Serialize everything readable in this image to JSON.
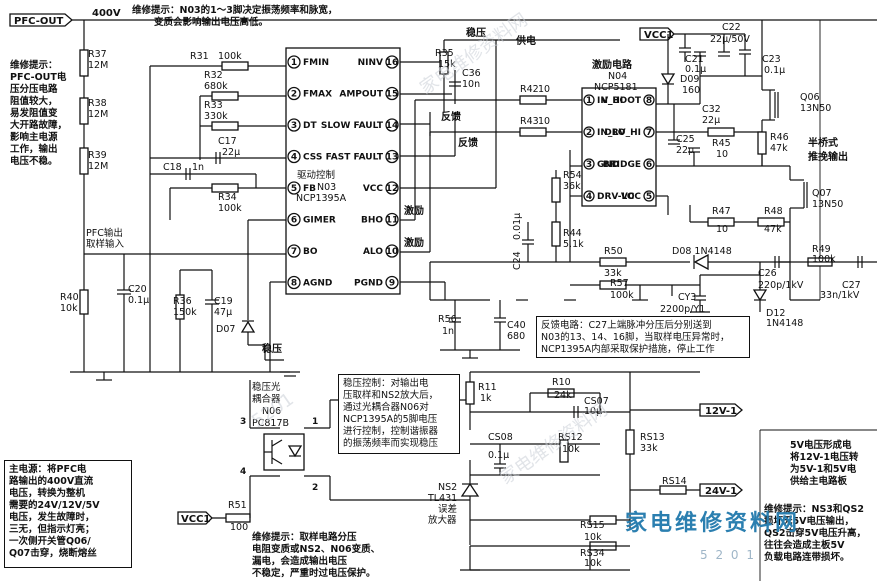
{
  "labels": {
    "pfc_out": "PFC-OUT",
    "v400": "400V",
    "pfc_in": "PFC输出",
    "pfc_in2": "取样输入",
    "stab": "稳压",
    "stab2": "稳压",
    "feedback": "反馈",
    "feedback2": "反馈",
    "supply": "供电",
    "excite1": "激励",
    "excite2": "激励",
    "vcc1_top": "VCC1",
    "vcc1_bot": "VCC1",
    "v12": "12V-1",
    "v24": "24V-1",
    "half_bridge1": "半桥式",
    "half_bridge2": "推挽输出"
  },
  "ic_n03": {
    "line1": "驱动控制",
    "line2": "N03",
    "line3": "NCP1395A",
    "pins_left": [
      {
        "num": "1",
        "name": "FMIN"
      },
      {
        "num": "2",
        "name": "FMAX"
      },
      {
        "num": "3",
        "name": "DT"
      },
      {
        "num": "4",
        "name": "CSS"
      },
      {
        "num": "5",
        "name": "FB"
      },
      {
        "num": "6",
        "name": "GIMER"
      },
      {
        "num": "7",
        "name": "BO"
      },
      {
        "num": "8",
        "name": "AGND"
      }
    ],
    "pins_right": [
      {
        "num": "16",
        "name": "NINV"
      },
      {
        "num": "15",
        "name": "AMPOUT"
      },
      {
        "num": "14",
        "name": "SLOW FAULT"
      },
      {
        "num": "13",
        "name": "FAST FAULT"
      },
      {
        "num": "12",
        "name": "VCC"
      },
      {
        "num": "11",
        "name": "BHO"
      },
      {
        "num": "10",
        "name": "ALO"
      },
      {
        "num": "9",
        "name": "PGND"
      }
    ]
  },
  "ic_n04": {
    "line1": "激励电路",
    "line2": "N04",
    "line3": "NCP5181",
    "pins_left": [
      {
        "num": "1",
        "name": "IN_HI"
      },
      {
        "num": "2",
        "name": "IN_LO"
      },
      {
        "num": "3",
        "name": "GND"
      },
      {
        "num": "4",
        "name": "DRV-LO"
      }
    ],
    "pins_right": [
      {
        "num": "8",
        "name": "V_BOOT"
      },
      {
        "num": "7",
        "name": "DRV_HI"
      },
      {
        "num": "6",
        "name": "BRIDGE"
      },
      {
        "num": "5",
        "name": "VCC"
      }
    ]
  },
  "optocoupler": {
    "line1": "稳压光",
    "line2": "耦合器",
    "line3": "N06",
    "line4": "PC817B",
    "p1": "1",
    "p2": "2",
    "p3": "3",
    "p4": "4"
  },
  "tl431": {
    "line1": "NS2",
    "line2": "TL431",
    "line3": "误差",
    "line4": "放大器"
  },
  "components": {
    "r37": "R37",
    "r37v": "12M",
    "r38": "R38",
    "r38v": "12M",
    "r39": "R39",
    "r39v": "12M",
    "r40": "R40",
    "r40v": "10k",
    "c20": "C20",
    "c20v": "0.1μ",
    "r31": "R31",
    "r31v": "100k",
    "r32": "R32",
    "r32v": "680k",
    "r33": "R33",
    "r33v": "330k",
    "c17": "C17",
    "c17v": "22μ",
    "c18": "C18",
    "c18v": "1n",
    "r34": "R34",
    "r34v": "100k",
    "r36": "R36",
    "r36v": "150k",
    "c19": "C19",
    "c19v": "47μ",
    "d07": "D07",
    "r35": "R35",
    "r35v": "15k",
    "c36": "C36",
    "c36v": "10n",
    "r42": "R42",
    "r42v": "10",
    "r43": "R43",
    "r43v": "10",
    "r54": "R54",
    "r54v": "36k",
    "r44": "R44",
    "r44v": "5.1k",
    "c24": "C24",
    "c24v": "0.01μ",
    "r56": "R56",
    "r56v": "1n",
    "c40": "C40",
    "c40v": "680",
    "c22": "C22",
    "c22v": "22μ/50V",
    "c21": "C21",
    "c21v": "0.1μ",
    "c23": "C23",
    "c23v": "0.1μ",
    "d09": "D09",
    "d09v": "160",
    "c32": "C32",
    "c32v": "22μ",
    "c25": "C25",
    "c25v": "22μ",
    "r45": "R45",
    "r45v": "10",
    "r46": "R46",
    "r46v": "47k",
    "r47": "R47",
    "r47v": "10",
    "r48": "R48",
    "r48v": "47k",
    "q06": "Q06",
    "q06v": "13N50",
    "q07": "Q07",
    "q07v": "13N50",
    "r50": "R50",
    "r50v": "33k",
    "d08": "D08 1N4148",
    "r49": "R49",
    "r49v": "100k",
    "c26": "C26",
    "c26v": "220p/1kV",
    "c27": "C27",
    "c27v": "33n/1kV",
    "r57": "R57",
    "r57v": "100k",
    "cy3": "CY3",
    "cy3v": "2200p/Y1",
    "d12": "D12",
    "d12v": "1N4148",
    "r11": "R11",
    "r11v": "1k",
    "r10": "R10",
    "r10v": "24k",
    "cs07": "CS07",
    "cs07v": "10μ",
    "cs08": "CS08",
    "cs08v": "0.1μ",
    "r12": "RS12",
    "r12v": "10k",
    "r13": "RS13",
    "r13v": "33k",
    "r14": "RS14",
    "r15": "RS15",
    "r15v": "10k",
    "r34s": "RS34",
    "r34sv": "10k",
    "r51": "R51",
    "r51v": "100"
  },
  "notes": {
    "top": [
      "维修提示：N03的1～3脚决定振荡频率和脉宽，",
      "变质会影响输出电压高低。"
    ],
    "left": [
      "维修提示：",
      "PFC-OUT电",
      "压分压电路",
      "阻值较大，",
      "易发阻值变",
      "大开路故障，",
      "影响主电源",
      "工作，输出",
      "电压不稳。"
    ],
    "feedback": [
      "反馈电路：C27上端脉冲分压后分别送到",
      "N03的13、14、16脚，当取样电压异常时，",
      "NCP1395A内部采取保护措施，停止工作"
    ],
    "stab": [
      "稳压控制：对输出电",
      "压取样和NS2放大后，",
      "通过光耦合器N06对",
      "NCP1395A的5脚电压",
      "进行控制，控制谐振器",
      "的振荡频率而实现稳压"
    ],
    "main": [
      "主电源：将PFC电",
      "路输出的400V直流",
      "电压，转换为整机",
      "需要的24V/12V/5V",
      "电压，发生故障时，",
      "三无，但指示灯亮；",
      "一次侧开关管Q06/",
      "Q07击穿，烧断熔丝"
    ],
    "sample": [
      "维修提示：取样电路分压",
      "电阻变质或NS2、N06变质、",
      "漏电，会造成输出电压",
      "不稳定，严重时过电压保护。"
    ],
    "v5": [
      "5V电压形成电",
      "将12V-1电压转",
      "为5V-1和5V电",
      "供给主电路板"
    ],
    "v5b": [
      "维修提示：NS3和QS2",
      "损坏无5V电压输出，",
      "QS2击穿5V电压升高，",
      "往往会造成主板5V",
      "负载电路连带损坏。"
    ]
  },
  "brand": {
    "logo": "家电维修资料网",
    "url": "5 2 0 1"
  }
}
